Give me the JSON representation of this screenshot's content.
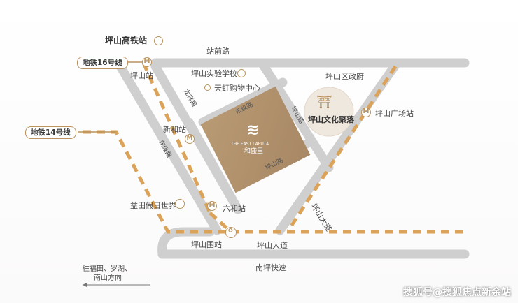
{
  "stations": {
    "gaotie": "坪山高铁站",
    "pingshan": "坪山站",
    "xinhe": "新和站",
    "liuhe": "六和站",
    "pingshanwei": "坪山围站",
    "guangchang": "坪山广场站"
  },
  "lines": {
    "line16": "地铁16号线",
    "line14": "地铁14号线"
  },
  "roads": {
    "zhanqian": "站前路",
    "longxiang": "龙祥路",
    "dongzong": "东纵路",
    "pingshan_dadao_h": "坪山大道",
    "pingshan_dadao_v": "坪山大道",
    "nanping": "南坪快速",
    "road_a": "东纵路",
    "road_b": "坪山路",
    "road_c": "坪山路"
  },
  "poi": {
    "school": "坪山实验学校",
    "mall": "天虹购物中心",
    "district_gov": "坪山区政府",
    "culture": "坪山文化聚落",
    "theme_park": "益田假日世界"
  },
  "project": {
    "name_cn": "和盛里",
    "name_en": "THE EAST LAPUTA"
  },
  "direction": {
    "line1": "往福田、罗湖、",
    "line2": "南山方向"
  },
  "watermark": "搜狐号@搜狐焦点新余站",
  "colors": {
    "road": "#c8c8c8",
    "metro_line": "#dba35a",
    "accent": "#b99460",
    "block": "#a88865"
  }
}
